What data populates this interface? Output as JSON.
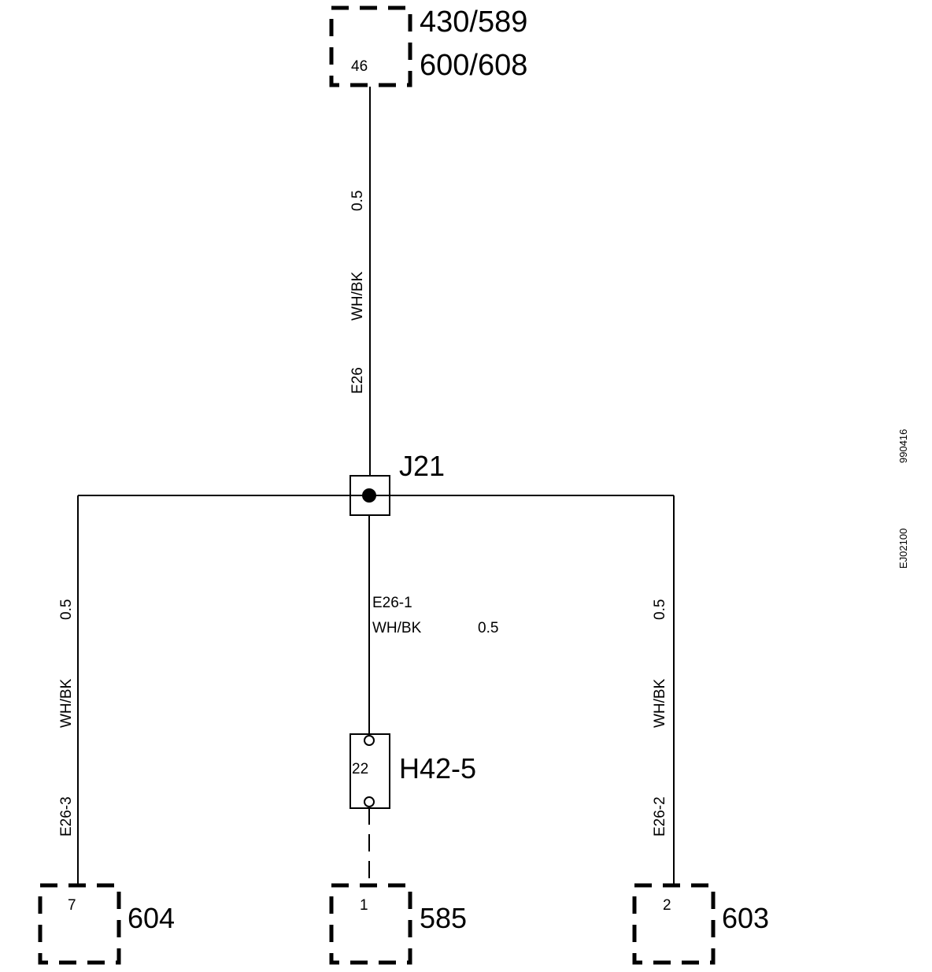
{
  "top_connector": {
    "pin": "46",
    "refs": [
      "430/589",
      "600/608"
    ]
  },
  "top_wire": {
    "id": "E26",
    "color": "WH/BK",
    "size": "0.5"
  },
  "junction": {
    "label": "J21"
  },
  "center_wire": {
    "id": "E26-1",
    "color": "WH/BK",
    "size": "0.5"
  },
  "left_wire": {
    "id": "E26-3",
    "color": "WH/BK",
    "size": "0.5"
  },
  "right_wire": {
    "id": "E26-2",
    "color": "WH/BK",
    "size": "0.5"
  },
  "component": {
    "label": "H42-5",
    "pin": "22"
  },
  "bottom_connectors": [
    {
      "pin": "7",
      "ref": "604"
    },
    {
      "pin": "1",
      "ref": "585"
    },
    {
      "pin": "2",
      "ref": "603"
    }
  ],
  "side_codes": [
    "990416",
    "EJ02100"
  ]
}
